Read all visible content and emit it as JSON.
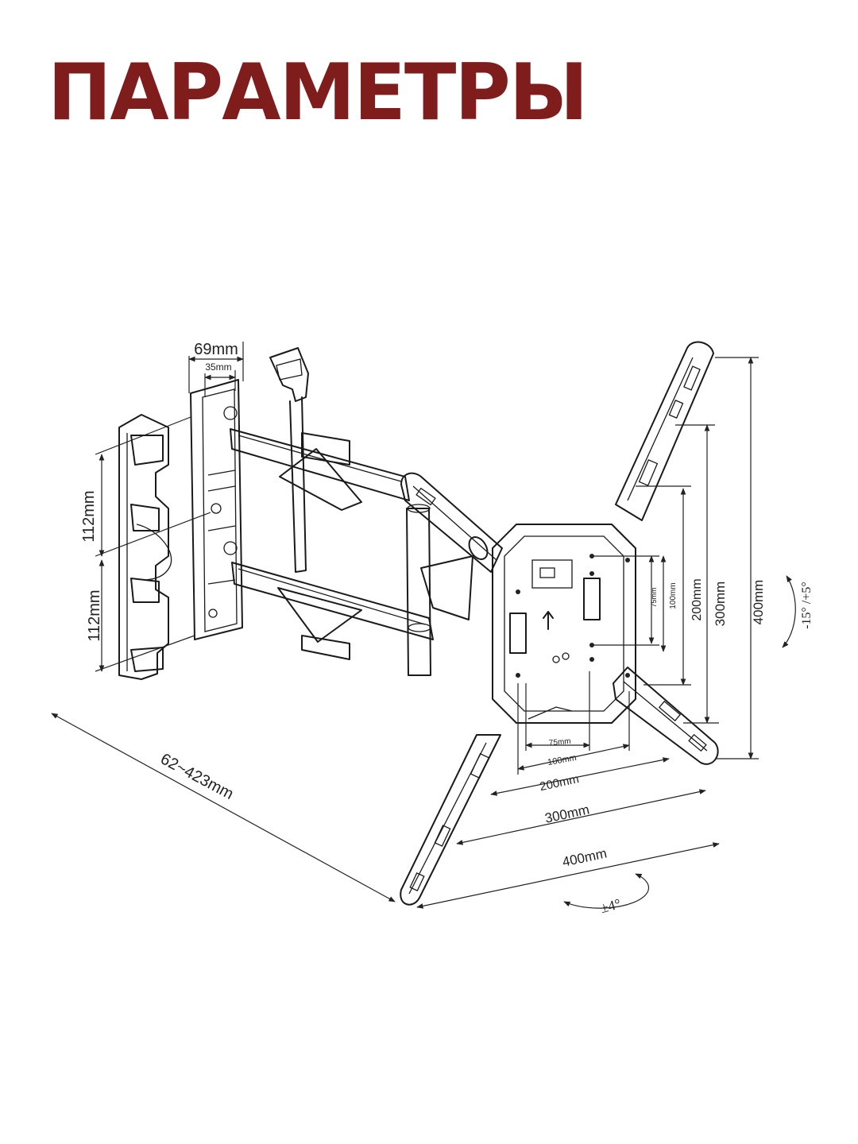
{
  "header": {
    "title": "ПАРАМЕТРЫ",
    "title_color": "#7f1d1d"
  },
  "diagram": {
    "wall_plate": {
      "width_label": "69mm",
      "inner_width_label": "35mm",
      "upper_height_label": "112mm",
      "lower_height_label": "112mm"
    },
    "extension_label": "62~423mm",
    "vesa_horizontal": {
      "label_75": "75mm",
      "label_100": "100mm",
      "label_200": "200mm",
      "label_300": "300mm",
      "label_400": "400mm"
    },
    "vesa_vertical": {
      "label_75": "75mm",
      "label_100": "100mm",
      "label_200": "200mm",
      "label_300": "300mm",
      "label_400": "400mm"
    },
    "tilt_label": "-15° /+5°",
    "swivel_label": "±4°",
    "line_color": "#1a1a1a"
  }
}
